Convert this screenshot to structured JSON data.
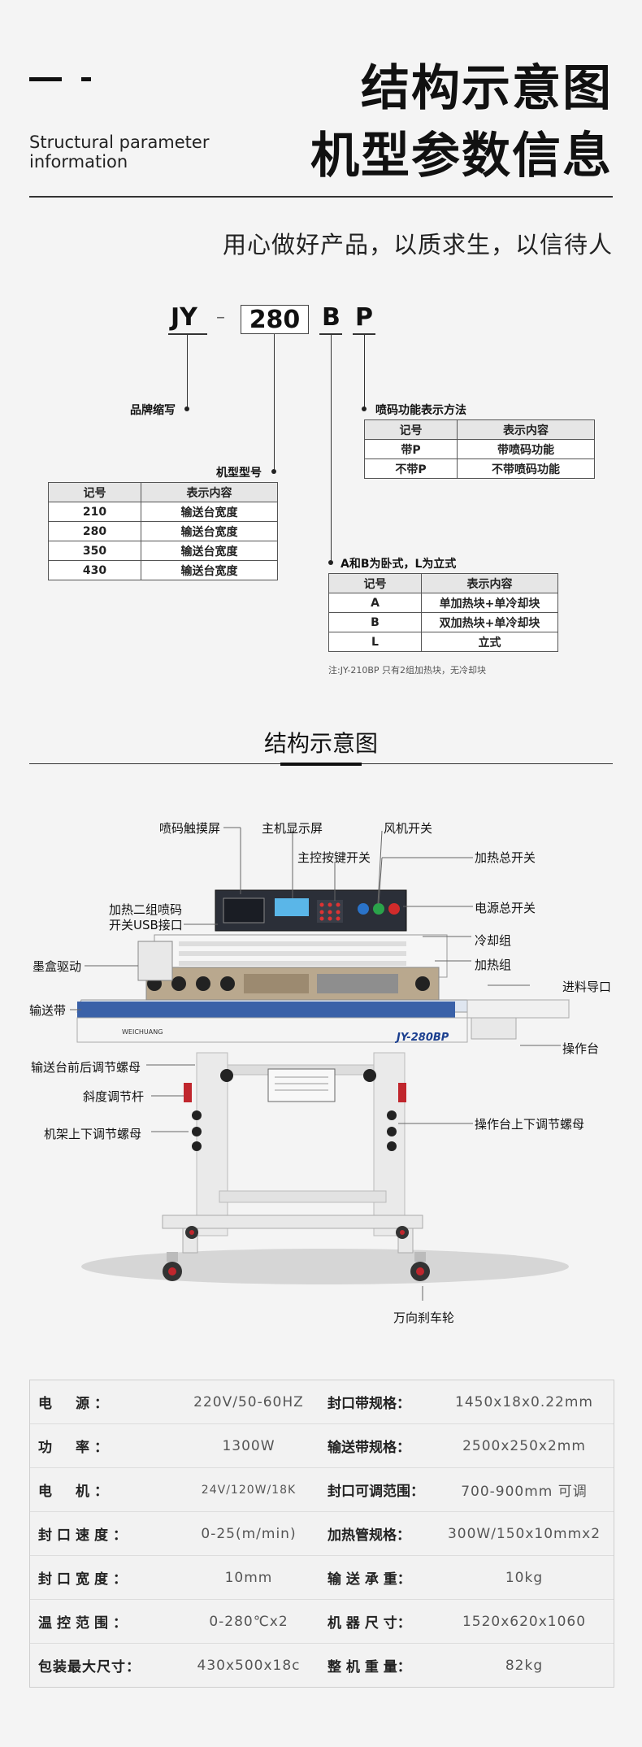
{
  "header": {
    "english_subtitle_line1": "Structural parameter",
    "english_subtitle_line2": "information",
    "title_line1": "结构示意图",
    "title_line2": "机型参数信息",
    "slogan": "用心做好产品，以质求生，以信待人"
  },
  "model_code": {
    "brand": "JY",
    "dash": "–",
    "number": "280",
    "letter_b": "B",
    "letter_p": "P",
    "brand_label": "品牌缩写",
    "model_label": "机型型号",
    "ink_label": "喷码功能表示方法",
    "ab_label": "A和B为卧式，L为立式",
    "note": "注:JY-210BP 只有2组加热块，无冷却块"
  },
  "model_table": {
    "headers": [
      "记号",
      "表示内容"
    ],
    "rows": [
      [
        "210",
        "输送台宽度"
      ],
      [
        "280",
        "输送台宽度"
      ],
      [
        "350",
        "输送台宽度"
      ],
      [
        "430",
        "输送台宽度"
      ]
    ]
  },
  "ink_table": {
    "headers": [
      "记号",
      "表示内容"
    ],
    "rows": [
      [
        "带P",
        "带喷码功能"
      ],
      [
        "不带P",
        "不带喷码功能"
      ]
    ]
  },
  "ab_table": {
    "headers": [
      "记号",
      "表示内容"
    ],
    "rows": [
      [
        "A",
        "单加热块+单冷却块"
      ],
      [
        "B",
        "双加热块+单冷却块"
      ],
      [
        "L",
        "立式"
      ]
    ]
  },
  "diagram": {
    "section_title": "结构示意图",
    "model_plate": "JY-280BP",
    "brand_plate": "WEICHUANG",
    "callouts": {
      "touch_screen": "喷码触摸屏",
      "main_display": "主机显示屏",
      "fan_switch": "风机开关",
      "main_key_switch": "主控按键开关",
      "heat_main_switch": "加热总开关",
      "heat2_switch": "加热二组喷码",
      "usb_port": "开关USB接口",
      "power_switch": "电源总开关",
      "cooling": "冷却组",
      "heating": "加热组",
      "ink_drive": "墨盒驱动",
      "feed_guide": "进料导口",
      "conveyor_belt": "输送带",
      "console": "操作台",
      "table_nut": "输送台前后调节螺母",
      "slope_rod": "斜度调节杆",
      "console_nut": "操作台上下调节螺母",
      "frame_nut": "机架上下调节螺母",
      "caster": "万向刹车轮"
    }
  },
  "specs": [
    {
      "k1": "电　源：",
      "v1": "220V/50-60HZ",
      "k2": "封口带规格：",
      "v2": "1450x18x0.22mm"
    },
    {
      "k1": "功　率：",
      "v1": "1300W",
      "k2": "输送带规格：",
      "v2": "2500x250x2mm"
    },
    {
      "k1": "电　机：",
      "v1": "24V/120W/18K",
      "k2": "封口可调范围：",
      "v2": "700-900mm 可调"
    },
    {
      "k1": "封口速度：",
      "v1": "0-25(m/min)",
      "k2": "加热管规格：",
      "v2": "300W/150x10mmx2"
    },
    {
      "k1": "封口宽度：",
      "v1": "10mm",
      "k2": "输 送 承 重：",
      "v2": "10kg"
    },
    {
      "k1": "温控范围：",
      "v1": "0-280℃x2",
      "k2": "机 器 尺 寸：",
      "v2": "1520x620x1060"
    },
    {
      "k1": "包装最大尺寸：",
      "v1": "430x500x18c",
      "k2": "整 机 重 量：",
      "v2": "82kg"
    }
  ]
}
